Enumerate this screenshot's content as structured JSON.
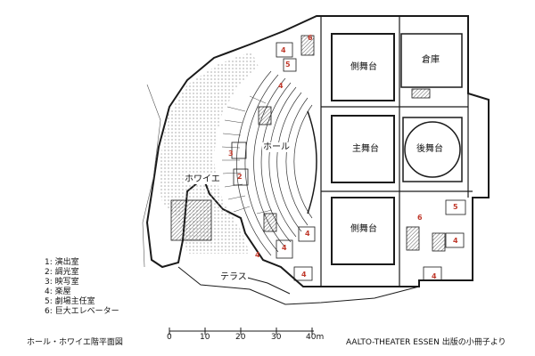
{
  "rooms": {
    "side_stage_top": "側舞台",
    "storage": "倉庫",
    "hall": "ホール",
    "main_stage": "主舞台",
    "rear_stage": "後舞台",
    "foyer": "ホワイエ",
    "side_stage_bottom": "側舞台",
    "terrace": "テラス"
  },
  "room_numbers": [
    "6",
    "4",
    "5",
    "4",
    "3",
    "2",
    "4",
    "4",
    "6",
    "5",
    "4",
    "4",
    "4",
    "4"
  ],
  "legend": [
    "1: 演出室",
    "2: 調光室",
    "3: 映写室",
    "4: 楽屋",
    "5: 劇場主任室",
    "6: 巨大エレベーター"
  ],
  "scale": {
    "ticks": [
      "0",
      "10",
      "20",
      "30",
      "40m"
    ]
  },
  "caption": "ホール・ホワイエ階平面図",
  "credit": "AALTO-THEATER ESSEN 出版の小冊子より",
  "colors": {
    "line": "#1a1a1a",
    "room_number": "#c0392b",
    "foyer_dots": "#777777"
  }
}
